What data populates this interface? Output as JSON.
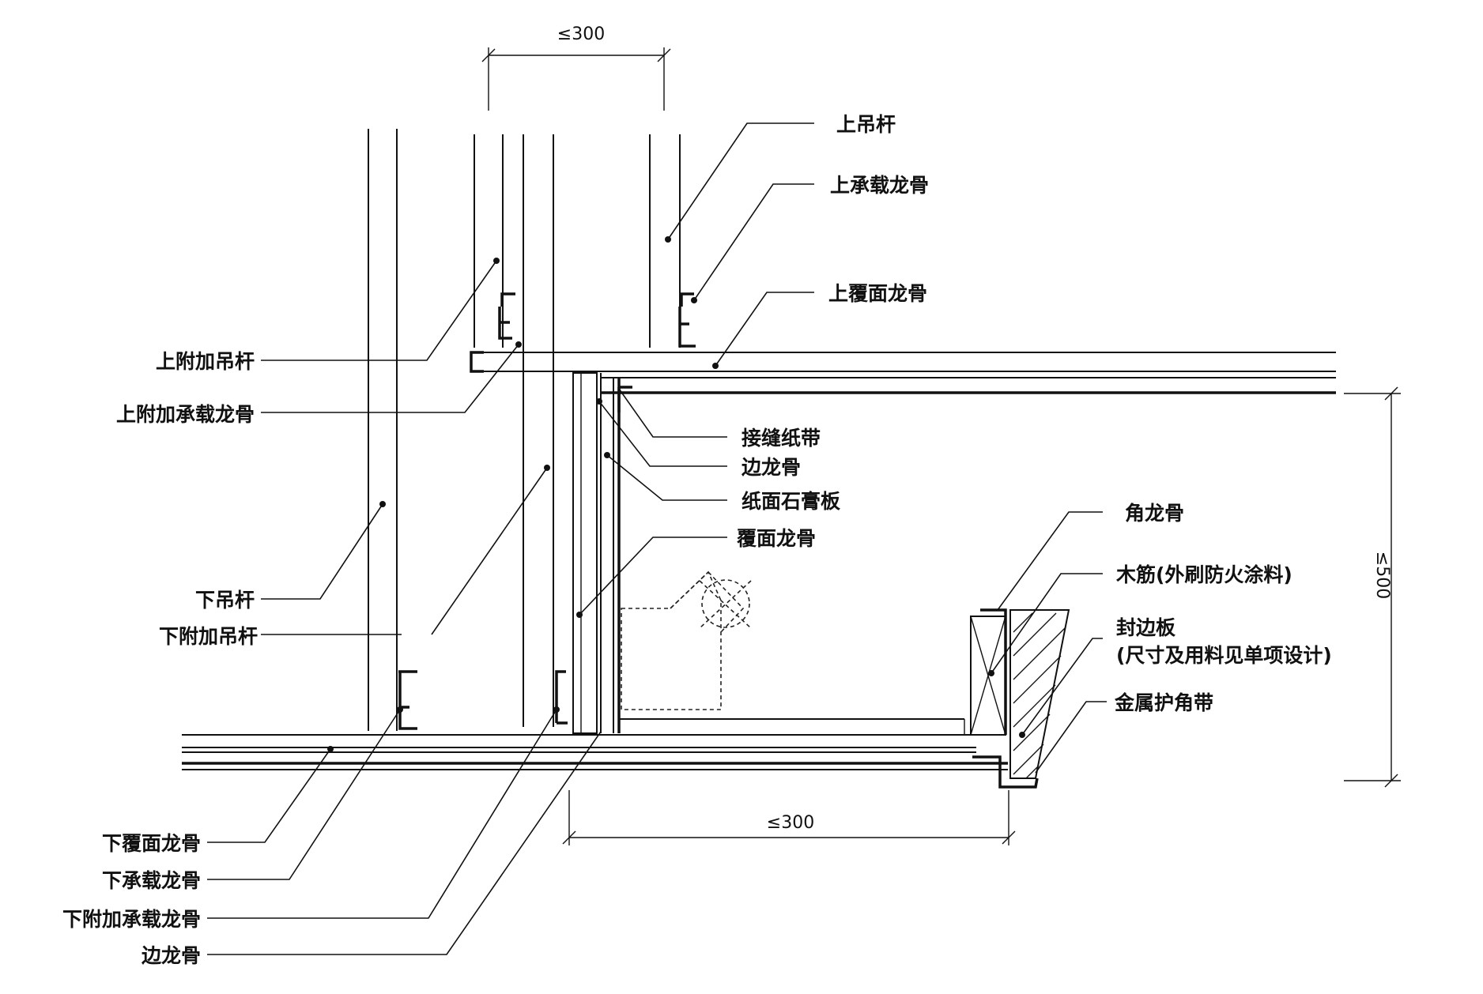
{
  "labels": {
    "upper_hanger": "上吊杆",
    "upper_main_runner": "上承载龙骨",
    "upper_cross_runner": "上覆面龙骨",
    "upper_additional_hanger": "上附加吊杆",
    "upper_additional_main_runner": "上附加承载龙骨",
    "joint_paper_tape": "接缝纸带",
    "edge_runner_upper": "边龙骨",
    "gypsum_board": "纸面石膏板",
    "cross_runner": "覆面龙骨",
    "corner_runner": "角龙骨",
    "wood_strip": "木筋(外刷防火涂料)",
    "edge_board_line1": "封边板",
    "edge_board_line2": "(尺寸及用料见单项设计)",
    "metal_corner_bead": "金属护角带",
    "lower_hanger": "下吊杆",
    "lower_additional_hanger": "下附加吊杆",
    "lower_cross_runner": "下覆面龙骨",
    "lower_main_runner": "下承载龙骨",
    "lower_additional_main_runner": "下附加承载龙骨",
    "edge_runner_lower": "边龙骨"
  },
  "dimensions": {
    "top_spacing": "≤300",
    "right_height": "≤500",
    "bottom_width": "≤300"
  }
}
